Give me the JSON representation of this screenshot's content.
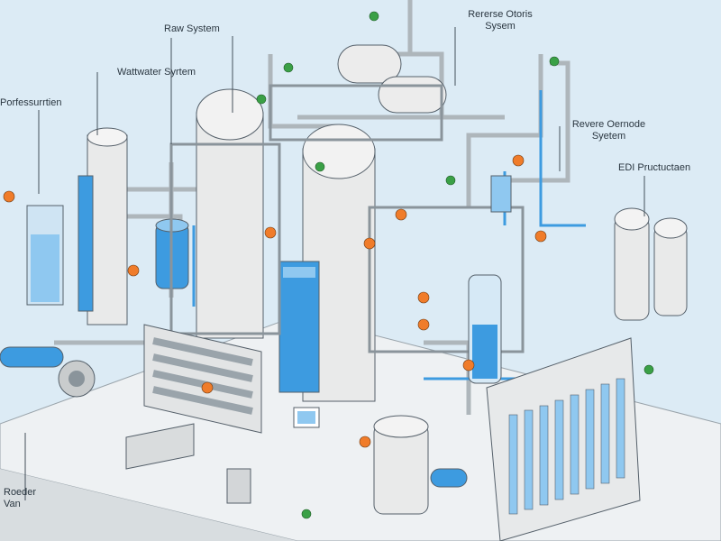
{
  "diagram": {
    "palette": {
      "background": "#dcebf5",
      "floor": "#eef1f3",
      "steel": "#e9eaea",
      "steel_shade": "#c9cccd",
      "pipe": "#aeb6bb",
      "water": "#3d9be0",
      "water_light": "#8fc8f0",
      "valve_orange": "#f07c2a",
      "valve_green": "#3aa046",
      "outline": "#55606a"
    },
    "icons": [
      "tank-icon",
      "pipe-icon",
      "valve-icon",
      "membrane-rack-icon",
      "pump-icon",
      "control-panel-icon"
    ],
    "labels": {
      "pretreatment": "Porfessurrtien",
      "raw_system": "Raw System",
      "wastewater_system": "Wattwater Syrtem",
      "ro_system_top_line1": "Rererse Otoris",
      "ro_system_top_line2": "Sysem",
      "ro_system_right_line1": "Revere Oernode",
      "ro_system_right_line2": "Syetem",
      "edi_production": "EDI Pructuctaen",
      "feed_van_line1": "Roeder",
      "feed_van_line2": "Van"
    }
  }
}
